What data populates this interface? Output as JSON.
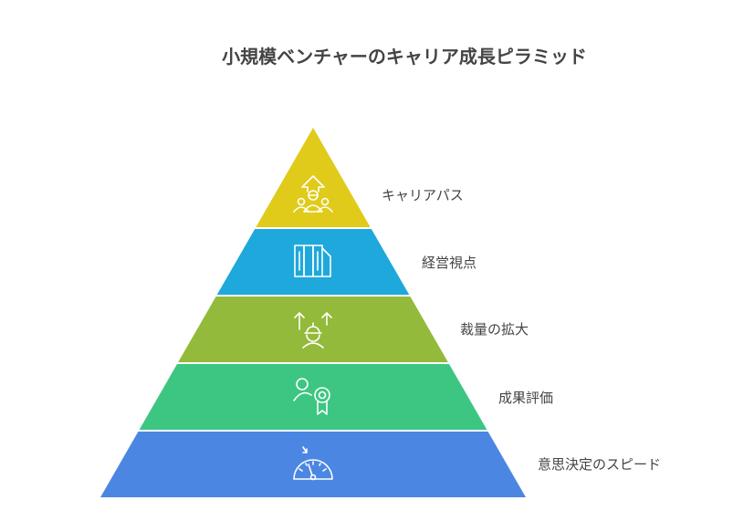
{
  "title": "小規模ベンチャーのキャリア成長ピラミッド",
  "layers": [
    {
      "label": "キャリアパス",
      "color": "#E0CB1A",
      "icon": "career-growth-people-icon"
    },
    {
      "label": "経営視点",
      "color": "#1FA8DB",
      "icon": "book-panels-icon"
    },
    {
      "label": "裁量の拡大",
      "color": "#93BA3A",
      "icon": "worker-arrows-up-icon"
    },
    {
      "label": "成果評価",
      "color": "#3DC682",
      "icon": "person-award-icon"
    },
    {
      "label": "意思決定のスピード",
      "color": "#4C86E3",
      "icon": "speedometer-icon"
    }
  ]
}
